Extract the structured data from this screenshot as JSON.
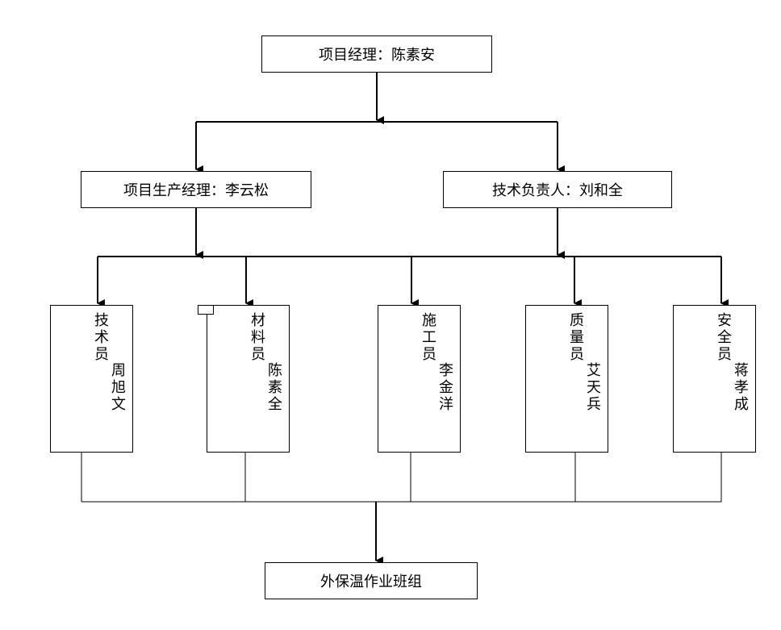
{
  "project_manager": {
    "label": "项目经理：陈素安"
  },
  "production_manager": {
    "label": "项目生产经理：李云松"
  },
  "technical_lead": {
    "label": "技术负责人：刘和全"
  },
  "staff": [
    {
      "role": "技术员",
      "name": "周旭文"
    },
    {
      "role": "材料员",
      "name": "陈素全"
    },
    {
      "role": "施工员",
      "name": "李金洋"
    },
    {
      "role": "质量员",
      "name": "艾天兵"
    },
    {
      "role": "安全员",
      "name": "蒋孝成"
    }
  ],
  "team": {
    "label": "外保温作业班组"
  }
}
